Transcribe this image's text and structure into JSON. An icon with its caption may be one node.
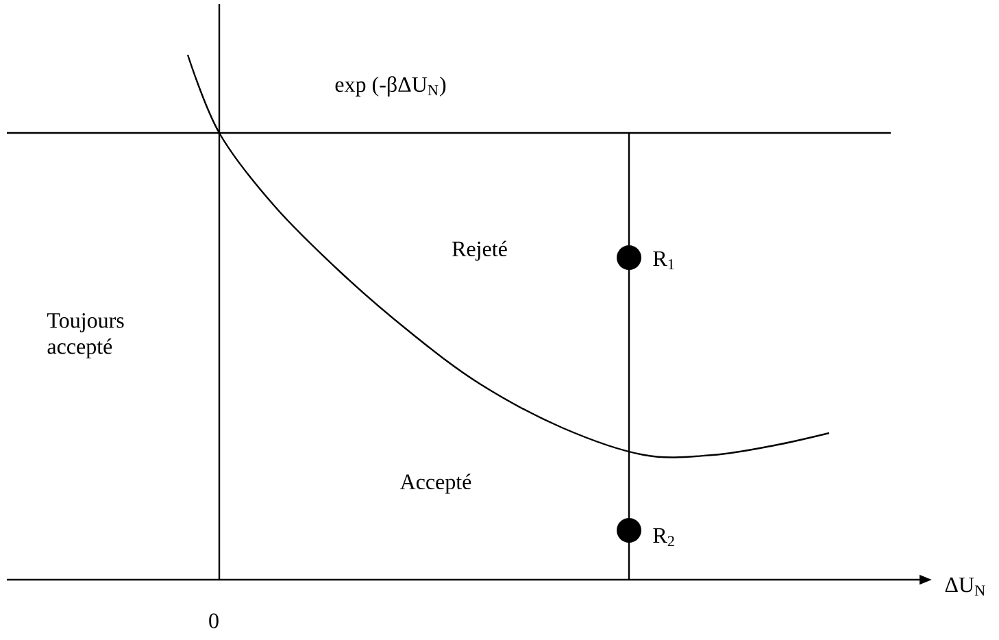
{
  "diagram": {
    "labels": [
      "exp (-βΔU$_{N}$)",
      "Rejeté",
      "Toujours accepté",
      "Accepté",
      "R$_{1}$",
      "R$_{2}$",
      "0",
      "ΔU$_{N}$"
    ]
  }
}
